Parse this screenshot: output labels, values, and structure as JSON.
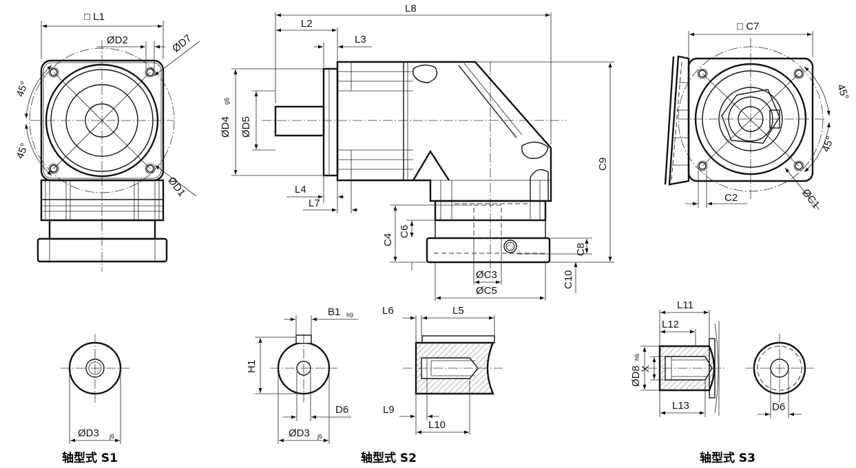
{
  "views": {
    "front": {
      "l1": "□ L1",
      "d2": "ØD2",
      "d7": "ØD7",
      "angle_top": "45°",
      "angle_bottom": "45°",
      "d1": "ØD1"
    },
    "side": {
      "l8": "L8",
      "l2": "L2",
      "l3": "L3",
      "d4": "ØD4",
      "d4_tol": "g6",
      "d5": "ØD5",
      "l4": "L4",
      "l7": "L7",
      "c9": "C9",
      "c4": "C4",
      "c6": "C6",
      "c8": "C8",
      "c10": "C10",
      "c3": "ØC3",
      "c5": "ØC5"
    },
    "rear": {
      "c7": "□ C7",
      "angle_top": "45°",
      "angle_bottom": "45°",
      "c2": "C2",
      "c1": "ØC1"
    }
  },
  "shafts": {
    "s1": {
      "d3": "ØD3",
      "d3_tol": "j6",
      "caption": "轴型式 S1"
    },
    "s2": {
      "b1": "B1",
      "b1_tol": "h9",
      "h1": "H1",
      "d6": "D6",
      "d3": "ØD3",
      "d3_tol": "j6",
      "l6": "L6",
      "l5": "L5",
      "l9": "L9",
      "l10": "L10",
      "caption": "轴型式 S2"
    },
    "s3": {
      "l11": "L11",
      "l12": "L12",
      "d8": "ØD8",
      "d8_tol": "h6",
      "x": "X",
      "l13": "L13",
      "d6": "D6",
      "caption": "轴型式 S3"
    }
  }
}
